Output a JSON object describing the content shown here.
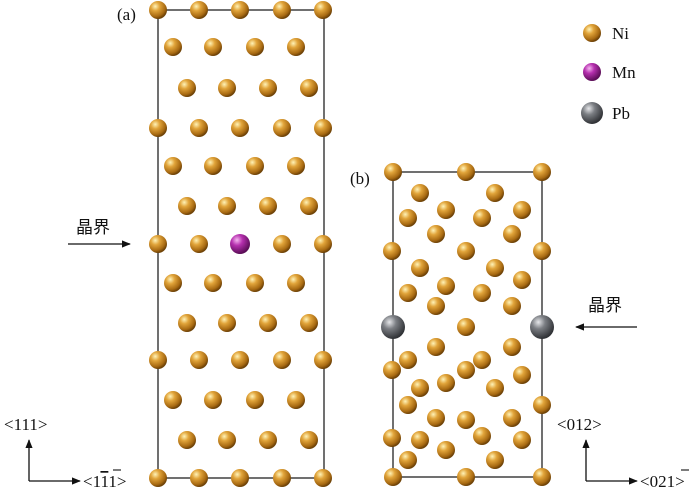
{
  "panels": {
    "a": {
      "label": "(a)",
      "boundary_label": "晶界"
    },
    "b": {
      "label": "(b)",
      "boundary_label": "晶界"
    }
  },
  "legend": {
    "items": [
      {
        "symbol": "Ni",
        "color": "#c8891f"
      },
      {
        "symbol": "Mn",
        "color": "#9b1f95"
      },
      {
        "symbol": "Pb",
        "color": "#5f6165"
      }
    ]
  },
  "axes": {
    "a": {
      "vertical": "<111>",
      "horizontal_main": "<1",
      "horizontal_bar": "1",
      "horizontal_end": "1>"
    },
    "b": {
      "vertical": "<012>",
      "horizontal_main": "<02",
      "horizontal_bar": "1",
      "horizontal_end": ">"
    }
  },
  "atom_colors": {
    "Ni": "#c8891f",
    "Mn": "#9b1f95",
    "Pb": "#5f6165"
  }
}
